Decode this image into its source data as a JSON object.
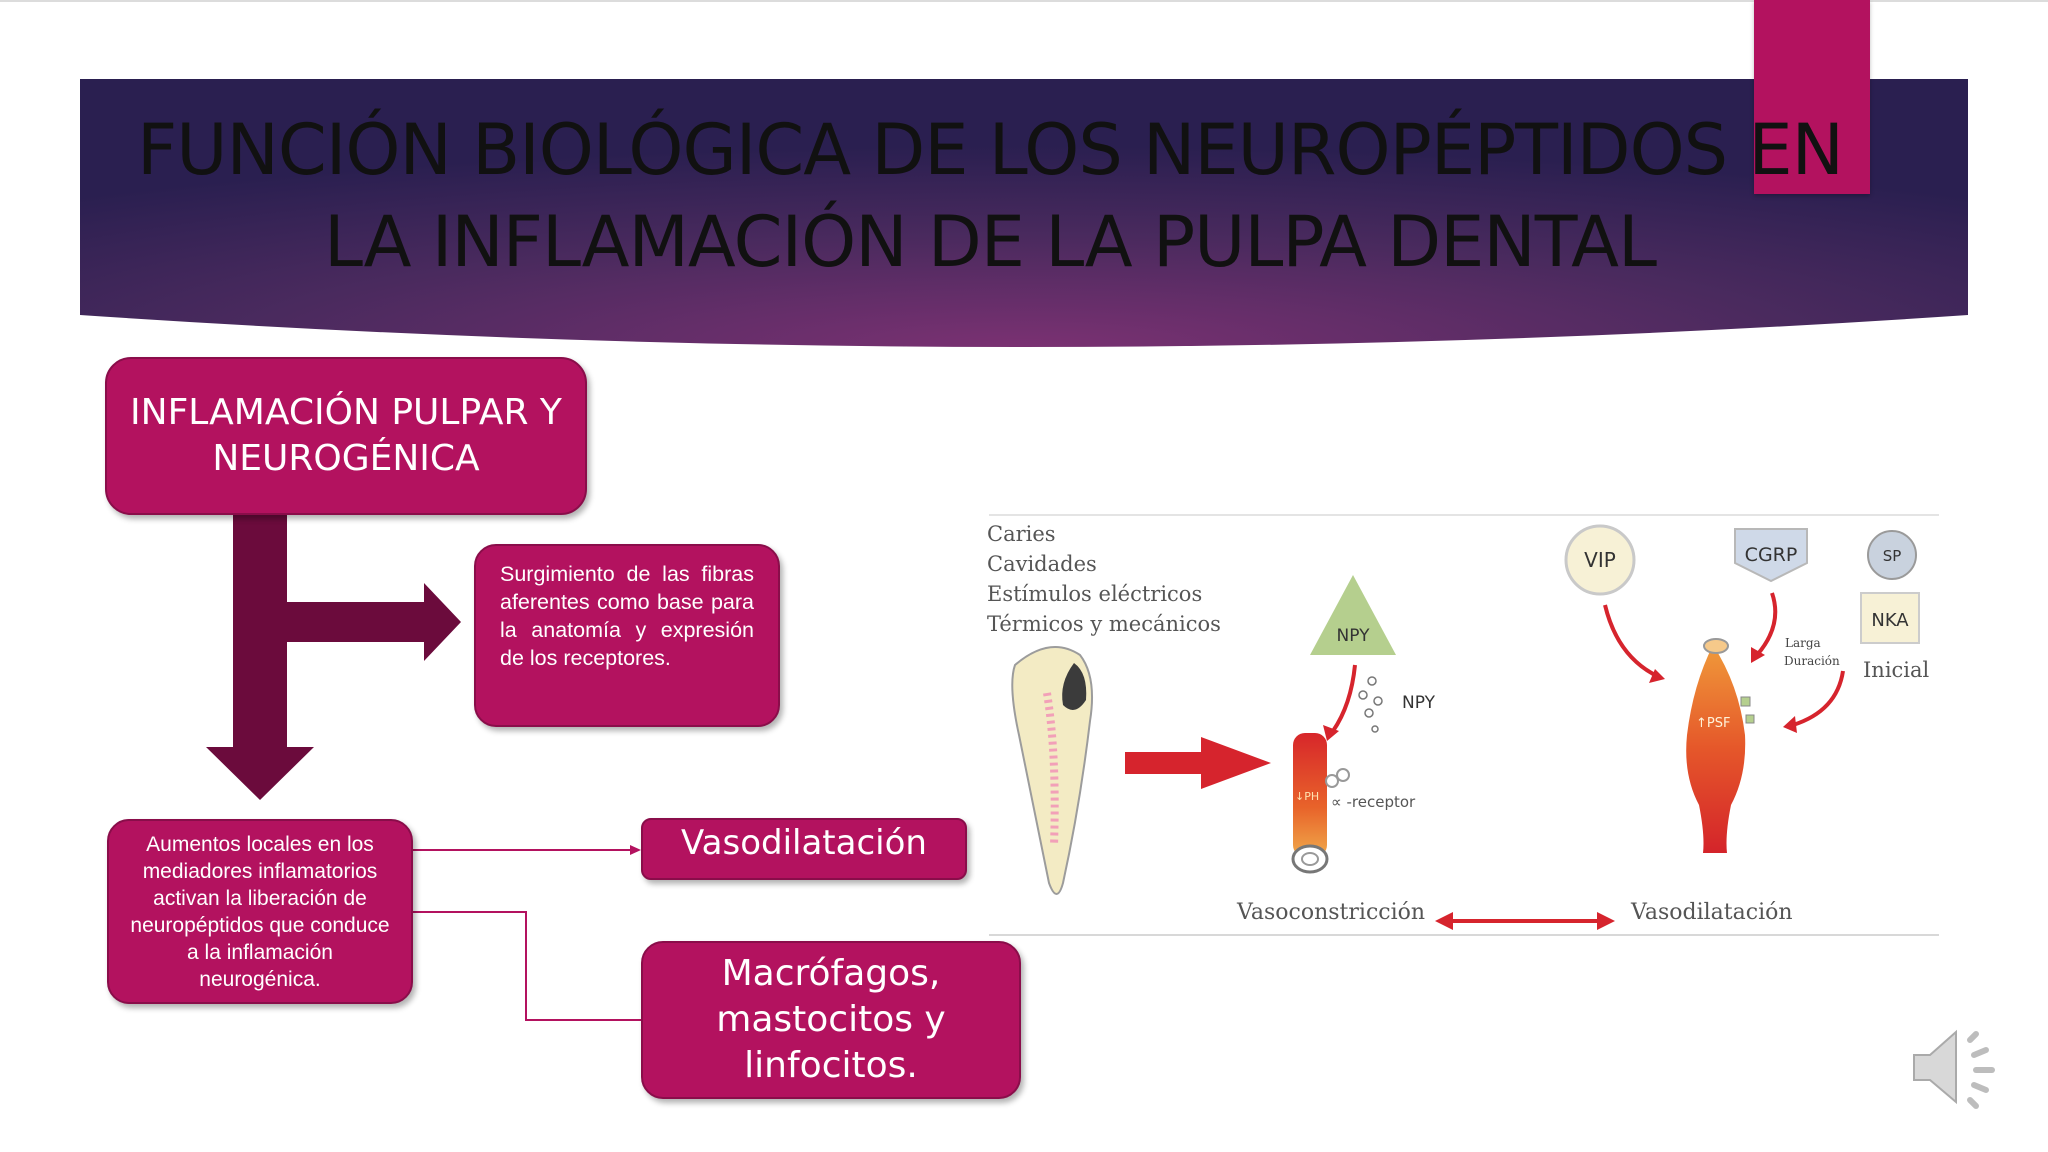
{
  "slide": {
    "title_lines": [
      "FUNCIÓN BIOLÓGICA DE LOS NEUROPÉPTIDOS EN",
      "LA INFLAMACIÓN DE LA PULPA DENTAL"
    ]
  },
  "diagram": {
    "main_box": "INFLAMACIÓN PULPAR Y NEUROGÉNICA",
    "surgimiento_box": "Surgimiento de las fibras aferentes como base para la anatomía y expresión de los receptores.",
    "aumentos_box": "Aumentos locales en los mediadores inflamatorios activan la liberación de neuropéptidos que conduce a la inflamación neurogénica.",
    "vasodilatacion_box": "Vasodilatación",
    "macrofagos_box": "Macrófagos, mastocitos y linfocitos."
  },
  "figure": {
    "stimuli": [
      "Caries",
      "Cavidades",
      "Estímulos eléctricos",
      "Térmicos y mecánicos"
    ],
    "npy_triangle": "NPY",
    "npy_dots_label": "NPY",
    "receptor_label": "∝ -receptor",
    "vessel_left_label": "↓PH",
    "vasoconstriccion": "Vasoconstricción",
    "vasodilatacion": "Vasodilatación",
    "vip": "VIP",
    "cgrp": "CGRP",
    "sp": "SP",
    "nka": "NKA",
    "larga_duracion": [
      "Larga",
      "Duración"
    ],
    "inicial": "Inicial",
    "vessel_right_label": "↑PSF"
  },
  "colors": {
    "accent_magenta": "#b3125f",
    "arrow_dark": "#6b0b3c",
    "banner_dark": "#2b1f52",
    "banner_purple": "#6e2f6a"
  },
  "icons": [
    "speaker-icon"
  ]
}
